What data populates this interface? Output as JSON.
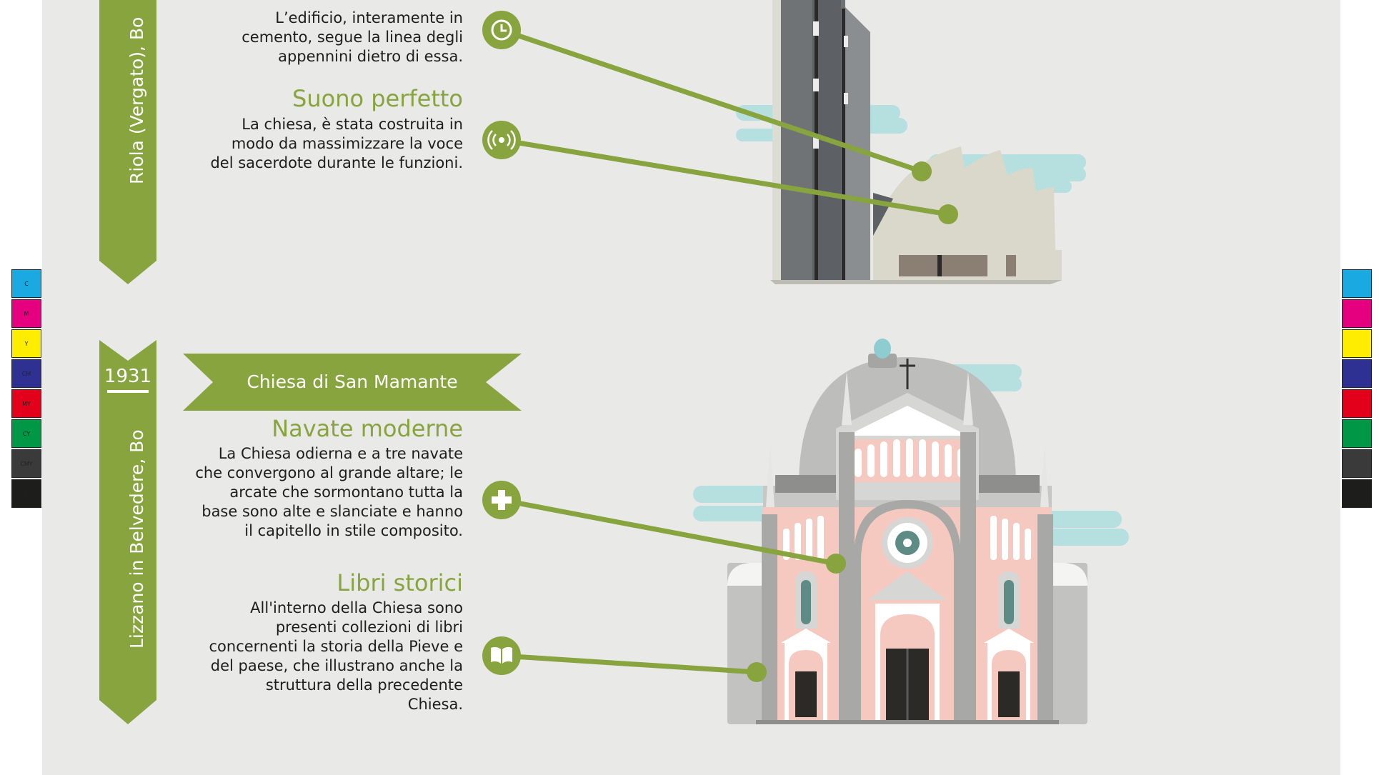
{
  "colors": {
    "accent": "#87a43e",
    "panel": "#e9e9e8",
    "text": "#1d1d1b",
    "pink": "#f5c9c0",
    "sky": "#b6dfe0"
  },
  "church_1": {
    "location": "Riola (Vergato), Bo",
    "intro_text": "L’edificio, interamente in cemento, segue la linea degli appennini dietro di essa.",
    "features": [
      {
        "title": "Suono perfetto",
        "text": "La chiesa, è stata costruita in modo da massimizzare la voce del sacerdote durante le funzioni.",
        "icon": "sound-icon"
      }
    ],
    "top_icon": "clock-icon"
  },
  "church_2": {
    "year": "1931",
    "location": "Lizzano in Belvedere, Bo",
    "name": "Chiesa di San Mamante",
    "features": [
      {
        "title": "Navate moderne",
        "text": "La Chiesa odierna e a tre navate che convergono al grande altare; le arcate che sormontano tutta la base sono alte e slanciate e hanno il capitello in stile composito.",
        "icon": "cross-icon"
      },
      {
        "title": "Libri storici",
        "text": "All'interno della Chiesa sono presenti collezioni di libri concernenti la storia della Pieve e del paese, che illustrano anche la struttura della precedente Chiesa.",
        "icon": "book-icon"
      }
    ]
  },
  "swatches_left": [
    {
      "label": "C",
      "color": "#1aa9e0"
    },
    {
      "label": "M",
      "color": "#e4007e"
    },
    {
      "label": "Y",
      "color": "#ffed00"
    },
    {
      "label": "CM",
      "color": "#2e3192"
    },
    {
      "label": "MY",
      "color": "#e3001b"
    },
    {
      "label": "CY",
      "color": "#009846"
    },
    {
      "label": "CMY",
      "color": "#3a3a3a"
    },
    {
      "label": "K",
      "color": "#1d1d1b"
    }
  ],
  "swatches_right": [
    {
      "color": "#1aa9e0"
    },
    {
      "color": "#e4007e"
    },
    {
      "color": "#ffed00"
    },
    {
      "color": "#2e3192"
    },
    {
      "color": "#e3001b"
    },
    {
      "color": "#009846"
    },
    {
      "color": "#3a3a3a"
    },
    {
      "color": "#1d1d1b"
    }
  ]
}
